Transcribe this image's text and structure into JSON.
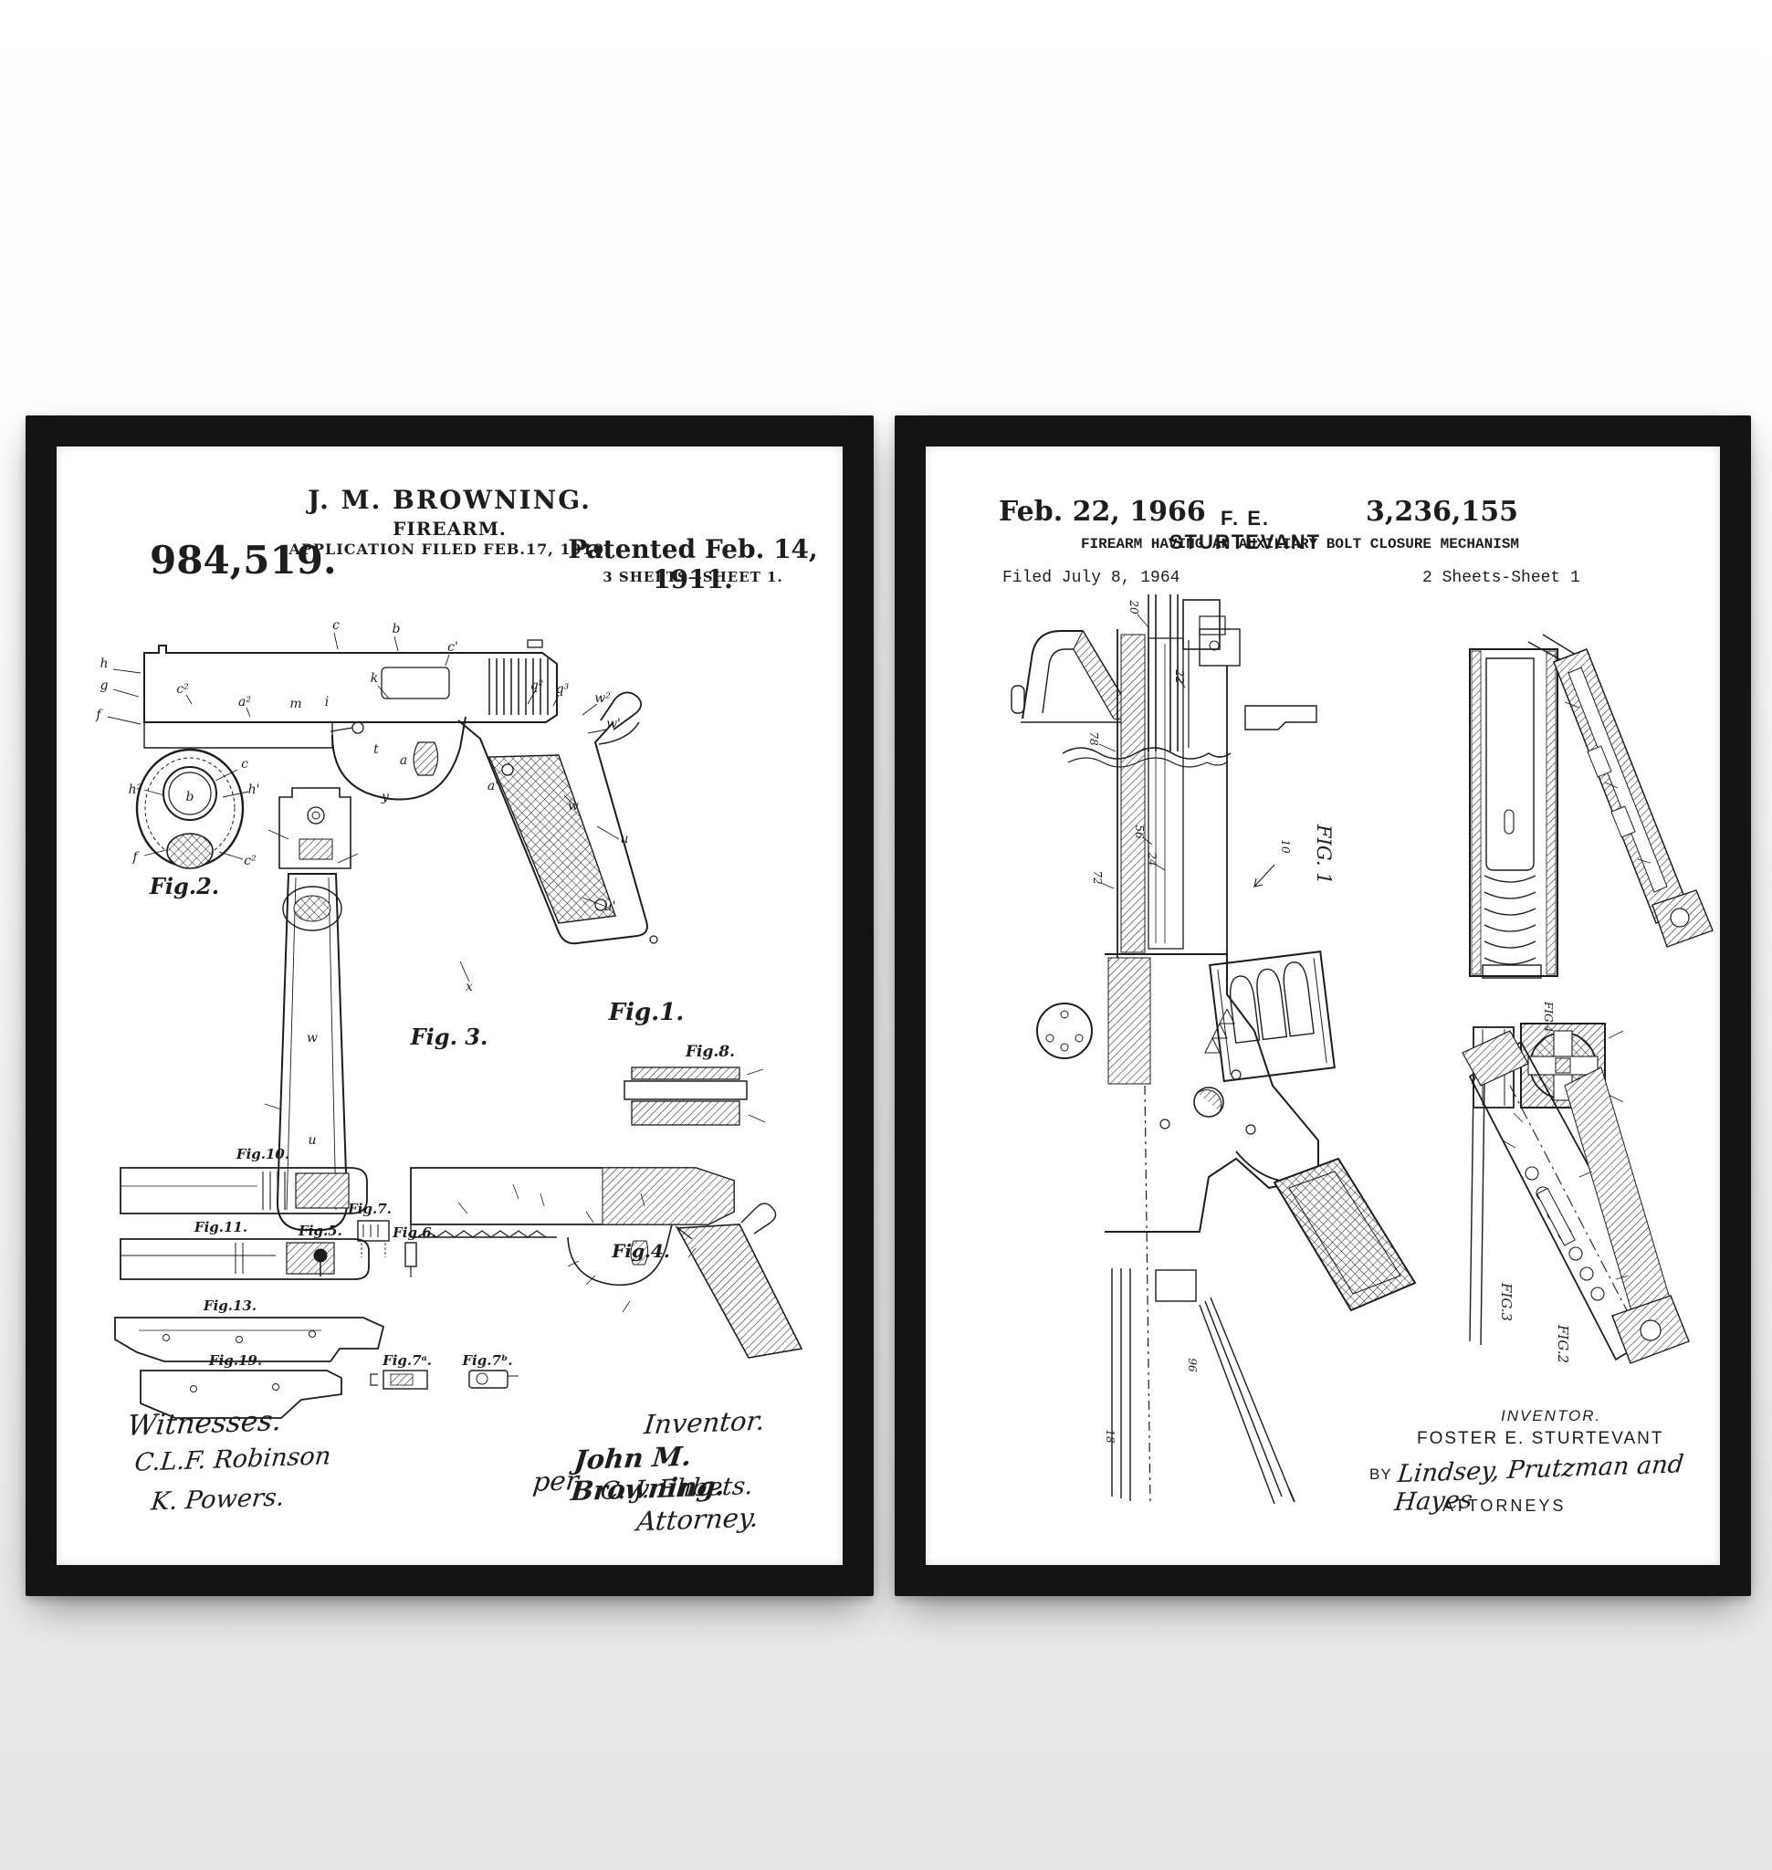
{
  "colors": {
    "frame": "#141414",
    "poster": "#ffffff",
    "ink": "#1d1d1d",
    "background_top": "#ffffff",
    "background_bottom": "#e4e4e4"
  },
  "left": {
    "patent_number": "984,519.",
    "inventor_name": "J. M. BROWNING.",
    "invention_title": "FIREARM.",
    "application_line": "APPLICATION FILED FEB.17, 1910.",
    "patented_line": "Patented Feb. 14, 1911.",
    "sheet_line": "3 SHEETS—SHEET 1.",
    "figs": {
      "f1": "Fig.1.",
      "f2": "Fig.2.",
      "f3": "Fig. 3.",
      "f4": "Fig.4.",
      "f5": "Fig.5.",
      "f6": "Fig.6.",
      "f7": "Fig.7.",
      "f7a": "Fig.7ᵃ.",
      "f7b": "Fig.7ᵇ.",
      "f8": "Fig.8.",
      "f10": "Fig.10.",
      "f11": "Fig.11.",
      "f13": "Fig.13.",
      "f19": "Fig.19."
    },
    "refs": [
      "h",
      "g",
      "f",
      "c",
      "b",
      "c'",
      "k",
      "m",
      "i",
      "t",
      "a",
      "a'",
      "q²",
      "q³",
      "w²",
      "w'",
      "w",
      "u",
      "u'",
      "x",
      "y",
      "a²",
      "c²",
      "h²",
      "h'",
      "b",
      "c",
      "f",
      "c²",
      "w",
      "u"
    ],
    "witnesses_label": "Witnesses.",
    "witness1": "C.L.F. Robinson",
    "witness2": "K. Powers.",
    "inventor_label": "Inventor.",
    "inventor_signature": "John M. Browning.",
    "per_label": "per",
    "attorney_signature": "C. J. Ehbets.",
    "attorney_label": "Attorney."
  },
  "right": {
    "date": "Feb. 22, 1966",
    "inventor_name": "F. E. STURTEVANT",
    "patent_number": "3,236,155",
    "invention_title": "FIREARM HAVING AN AUXILIARY BOLT CLOSURE MECHANISM",
    "filed_line": "Filed July 8, 1964",
    "sheet_line": "2 Sheets-Sheet 1",
    "figs": {
      "f1": "FIG. 1",
      "f2": "FIG.2",
      "f3": "FIG.3",
      "f4": "FIG.4"
    },
    "refs": [
      "20",
      "22",
      "78",
      "56",
      "24",
      "72",
      "10",
      "18",
      "96"
    ],
    "inventor_label": "INVENTOR.",
    "inventor_fullname": "FOSTER  E.  STURTEVANT",
    "by_label": "BY",
    "attorneys_signature": "Lindsey, Prutzman and Hayes",
    "attorneys_label": "ATTORNEYS"
  }
}
